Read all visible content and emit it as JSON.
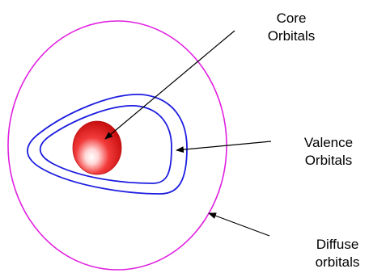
{
  "labels": {
    "core": {
      "line1": "Core",
      "line2": "Orbitals"
    },
    "valence": {
      "line1": "Valence",
      "line2": "Orbitals"
    },
    "diffuse": {
      "line1": "Diffuse",
      "line2": "orbitals"
    }
  },
  "colors": {
    "diffuse_outline": "#e020e0",
    "valence_outline": "#1c1ce0",
    "core_sphere": "#e81818",
    "arrow": "#000000"
  }
}
